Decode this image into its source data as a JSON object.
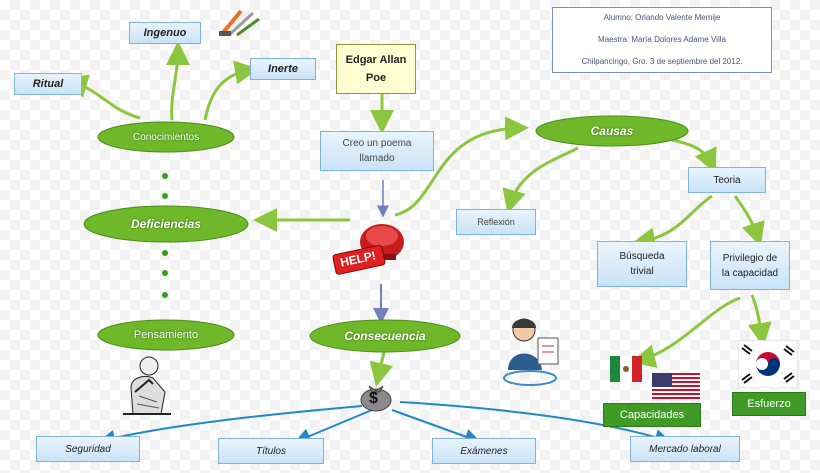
{
  "info": {
    "alumno": "Alumno: Orlando Valente Memije",
    "maestra": "Maestra: María Dolores Adame Villa",
    "lugar_fecha": "Chilpancingo, Gro. 3 de septiembre del  2012."
  },
  "center": {
    "author": "Edgar Allan Poe",
    "poem": "Creo un poema llamado",
    "help_sign": "HELP!"
  },
  "left_branch": {
    "conocimientos": "Conocimientos",
    "ingenuo": "Ingenuo",
    "inerte": "Inerte",
    "ritual": "Ritual",
    "deficiencias": "Deficiencias",
    "pensamiento": "Pensamiento"
  },
  "right_branch": {
    "causas": "Causas",
    "reflexion": "Reflexión",
    "teoria": "Teoria",
    "busqueda": "Búsqueda trivial",
    "privilegio": "Privilegio de la capacidad",
    "capacidades": "Capacidades",
    "esfuerzo": "Esfuerzo"
  },
  "bottom_branch": {
    "consecuencia": "Consecuencia",
    "money_symbol": "$",
    "seguridad": "Seguridad",
    "titulos": "Títulos",
    "examenes": "Exámenes",
    "mercado": "Mercado laboral"
  },
  "colors": {
    "green_arrow": "#8cc63f",
    "blue_arrow": "#1f88c8",
    "cloud_green": "#6fb829",
    "box_blue": "#c9e3f7",
    "capacity_green": "#3f9b25"
  },
  "icons": [
    "tools-icon",
    "alarm-bell-icon",
    "money-bag-icon",
    "thinker-icon",
    "operator-icon",
    "mexico-flag-icon",
    "usa-flag-icon",
    "korea-flag-icon"
  ]
}
